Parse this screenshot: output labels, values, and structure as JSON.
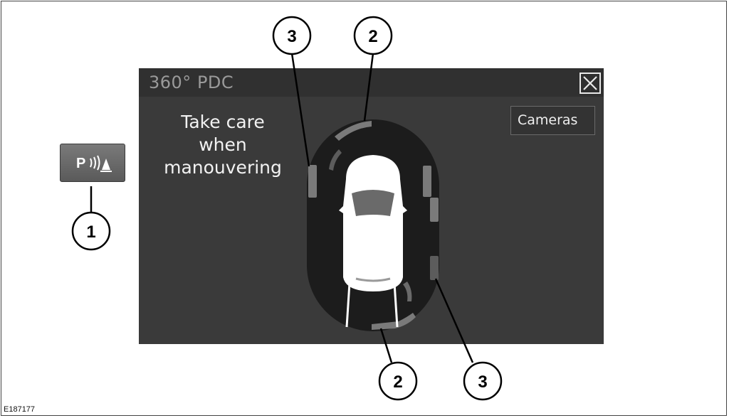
{
  "screen": {
    "title": "360° PDC",
    "warning_lines": [
      "Take care",
      "when",
      "manouvering"
    ],
    "cameras_label": "Cameras",
    "close_icon": "close-icon"
  },
  "pdc_button": {
    "label": "P",
    "icon": "parking-sensor-icon"
  },
  "callouts": {
    "pdc_button": "1",
    "sensor_front": "2",
    "sensor_rear": "2",
    "sensor_side_left": "3",
    "sensor_side_right": "3"
  },
  "figure_id": "E187177",
  "colors": {
    "screen_bg": "#3a3a3a",
    "titlebar_bg": "#303030",
    "track": "#1c1c1c",
    "zone_segment": "#7a7a7a",
    "car": "#ffffff",
    "windscreen": "#6a6a6a"
  }
}
